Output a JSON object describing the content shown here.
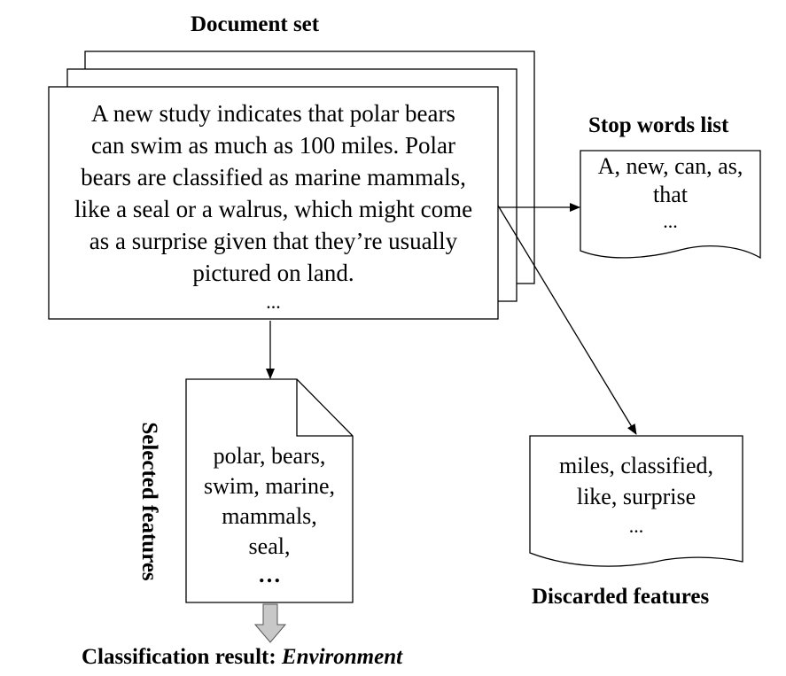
{
  "document_set": {
    "title": "Document set",
    "text_lines": [
      "A new study indicates that polar bears",
      "can swim as much as 100 miles. Polar",
      "bears are classified as marine mammals,",
      "like a seal or a walrus, which might come",
      "as a surprise given that they’re usually",
      "pictured on land.",
      "..."
    ]
  },
  "stop_words": {
    "title": "Stop words list",
    "lines": [
      "A, new, can, as,",
      "that",
      "..."
    ]
  },
  "discarded": {
    "title": "Discarded features",
    "lines": [
      "miles, classified,",
      "like, surprise",
      "..."
    ]
  },
  "selected": {
    "title": "Selected features",
    "lines": [
      "polar, bears,",
      "swim, marine,",
      "mammals,",
      "seal,",
      "…"
    ]
  },
  "result": {
    "prefix": "Classification result: ",
    "value": "Environment"
  }
}
